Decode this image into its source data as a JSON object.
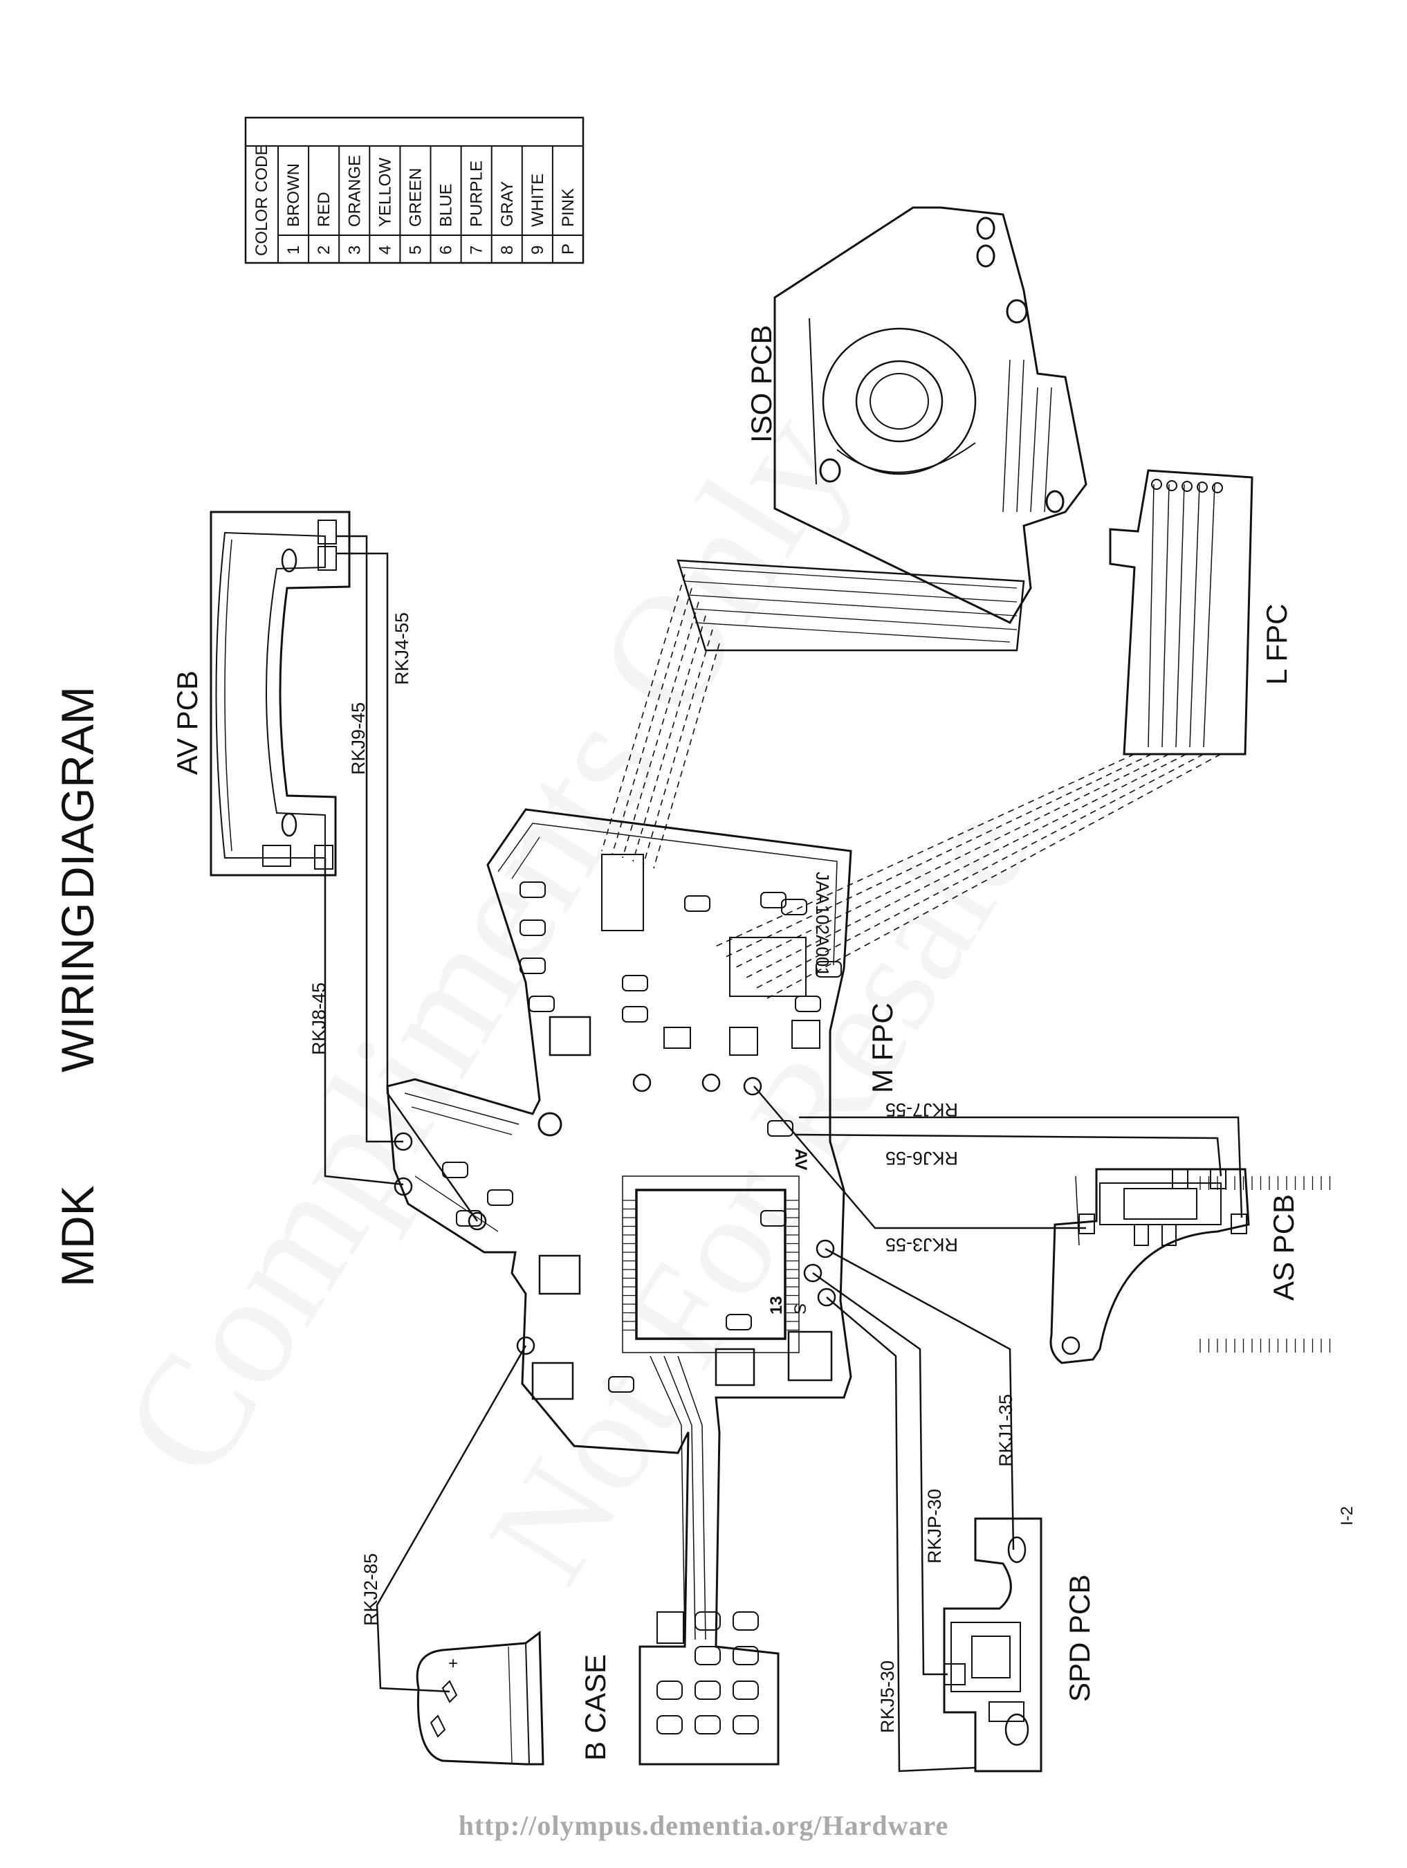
{
  "title": {
    "w1": "MDK",
    "w2": "WIRING",
    "w3": "DIAGRAM"
  },
  "color_code": {
    "header": "COLOR CODE",
    "rows": [
      {
        "code": "1",
        "name": "BROWN"
      },
      {
        "code": "2",
        "name": "RED"
      },
      {
        "code": "3",
        "name": "ORANGE"
      },
      {
        "code": "4",
        "name": "YELLOW"
      },
      {
        "code": "5",
        "name": "GREEN"
      },
      {
        "code": "6",
        "name": "BLUE"
      },
      {
        "code": "7",
        "name": "PURPLE"
      },
      {
        "code": "8",
        "name": "GRAY"
      },
      {
        "code": "9",
        "name": "WHITE"
      },
      {
        "code": "P",
        "name": "PINK"
      }
    ]
  },
  "boards": {
    "av_pcb": "AV PCB",
    "iso_pcb": "ISO PCB",
    "l_fpc": "L FPC",
    "m_fpc": "M FPC",
    "as_pcb": "AS PCB",
    "spd_pcb": "SPD PCB",
    "b_case": "B CASE",
    "board_code": "JAA102A001",
    "marking_av": "AV",
    "marking_s": "S",
    "marking_13": "13"
  },
  "wires": {
    "rkj8": "RKJ8-45",
    "rkj9": "RKJ9-45",
    "rkj4": "RKJ4-55",
    "rkj7": "RKJ7-55",
    "rkj6": "RKJ6-55",
    "rkj3": "RKJ3-55",
    "rkj1": "RKJ1-35",
    "rkjp": "RKJP-30",
    "rkj5": "RKJ5-30",
    "rkj2": "RKJ2-85"
  },
  "page_number": "I-2",
  "watermark": {
    "line1": "Compliments Only",
    "line2": "Not For Resale"
  },
  "footer_url": "http://olympus.dementia.org/Hardware"
}
